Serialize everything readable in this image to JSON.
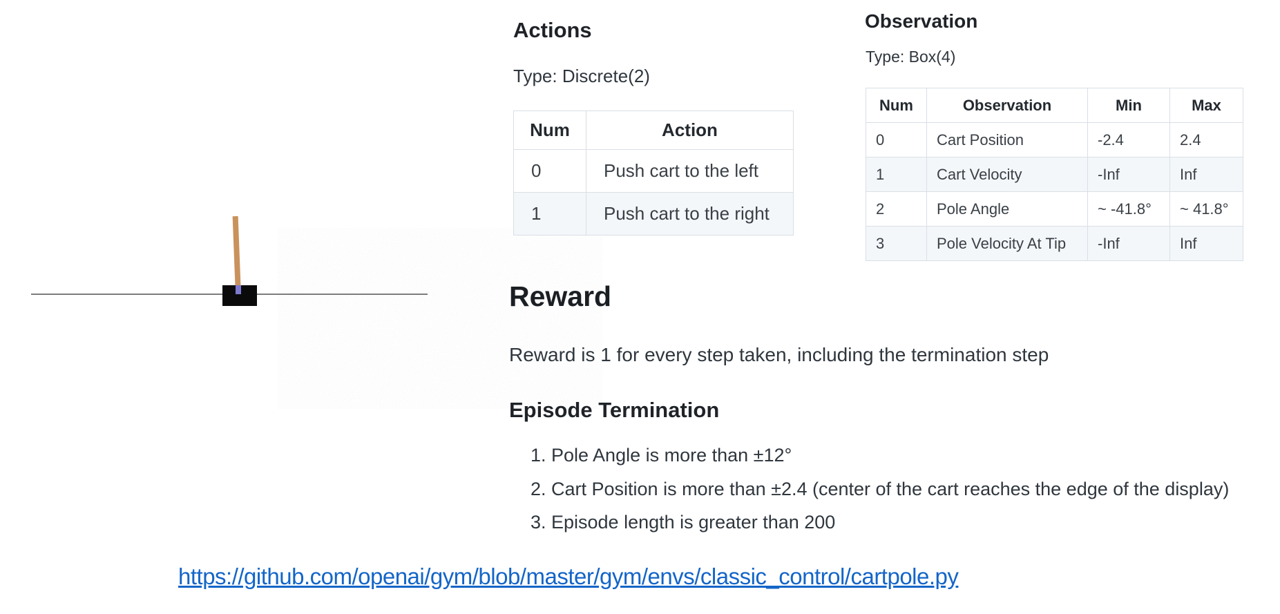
{
  "cartpole": {
    "description": "cartpole environment render",
    "colors": {
      "track": "#7c7c7c",
      "cart": "#0a0a0a",
      "pole": "#c9925c",
      "axle": "#7d79cf"
    }
  },
  "actions": {
    "title": "Actions",
    "type_label": "Type: Discrete(2)",
    "table": {
      "headers": [
        "Num",
        "Action"
      ],
      "rows": [
        [
          "0",
          "Push cart to the left"
        ],
        [
          "1",
          "Push cart to the right"
        ]
      ]
    }
  },
  "observation": {
    "title": "Observation",
    "type_label": "Type: Box(4)",
    "table": {
      "headers": [
        "Num",
        "Observation",
        "Min",
        "Max"
      ],
      "rows": [
        [
          "0",
          "Cart Position",
          "-2.4",
          "2.4"
        ],
        [
          "1",
          "Cart Velocity",
          "-Inf",
          "Inf"
        ],
        [
          "2",
          "Pole Angle",
          "~ -41.8°",
          "~ 41.8°"
        ],
        [
          "3",
          "Pole Velocity At Tip",
          "-Inf",
          "Inf"
        ]
      ]
    }
  },
  "reward": {
    "title": "Reward",
    "body": "Reward is 1 for every step taken, including the termination step"
  },
  "episode_termination": {
    "title": "Episode Termination",
    "items": [
      "Pole Angle is more than ±12°",
      "Cart Position is more than ±2.4 (center of the cart reaches the edge of the display)",
      "Episode length is greater than 200"
    ]
  },
  "link": {
    "url": "https://github.com/openai/gym/blob/master/gym/envs/classic_control/cartpole.py",
    "color": "#1465c8"
  },
  "theme": {
    "row_stripe": "#f4f7fa",
    "table_border": "#d9dfe5",
    "heading_color": "#1f2328",
    "body_color": "#2f363d"
  }
}
